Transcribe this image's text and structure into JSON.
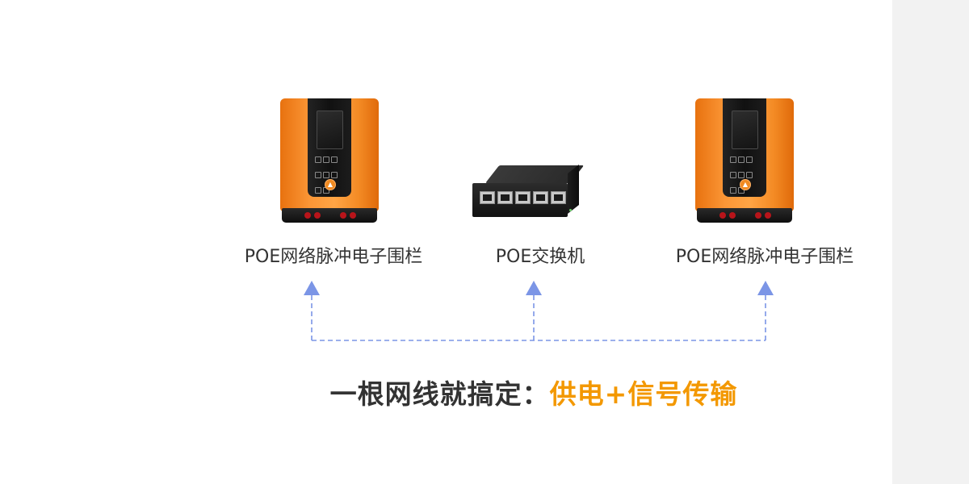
{
  "devices": {
    "left": {
      "label": "POE网络脉冲电子围栏",
      "icon": "fence-controller-icon"
    },
    "center": {
      "label": "POE交换机",
      "icon": "poe-switch-icon"
    },
    "right": {
      "label": "POE网络脉冲电子围栏",
      "icon": "fence-controller-icon"
    }
  },
  "tagline": {
    "prefix": "一根网线就搞定：",
    "highlight": "供电+信号传输"
  },
  "colors": {
    "device_orange": "#f7922c",
    "connector_blue": "#7b95e6",
    "highlight_orange": "#f39800",
    "text_dark": "#333333",
    "side_panel": "#f2f2f2"
  }
}
